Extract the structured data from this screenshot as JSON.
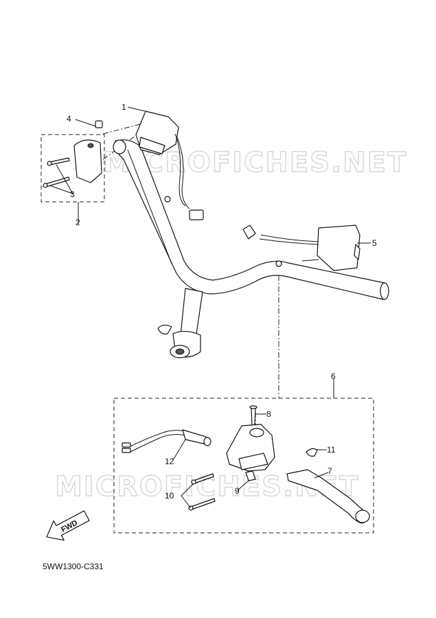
{
  "watermarks": [
    "MICROFICHES.NET",
    "MICROFICHES.NET"
  ],
  "callouts": {
    "c1": "1",
    "c2": "2",
    "c3": "3",
    "c4": "4",
    "c5": "5",
    "c6": "6",
    "c7": "7",
    "c8": "8",
    "c9": "9",
    "c10": "10",
    "c11": "11",
    "c12": "12"
  },
  "direction_label": "FWD",
  "diagram_code": "5WW1300-C331"
}
